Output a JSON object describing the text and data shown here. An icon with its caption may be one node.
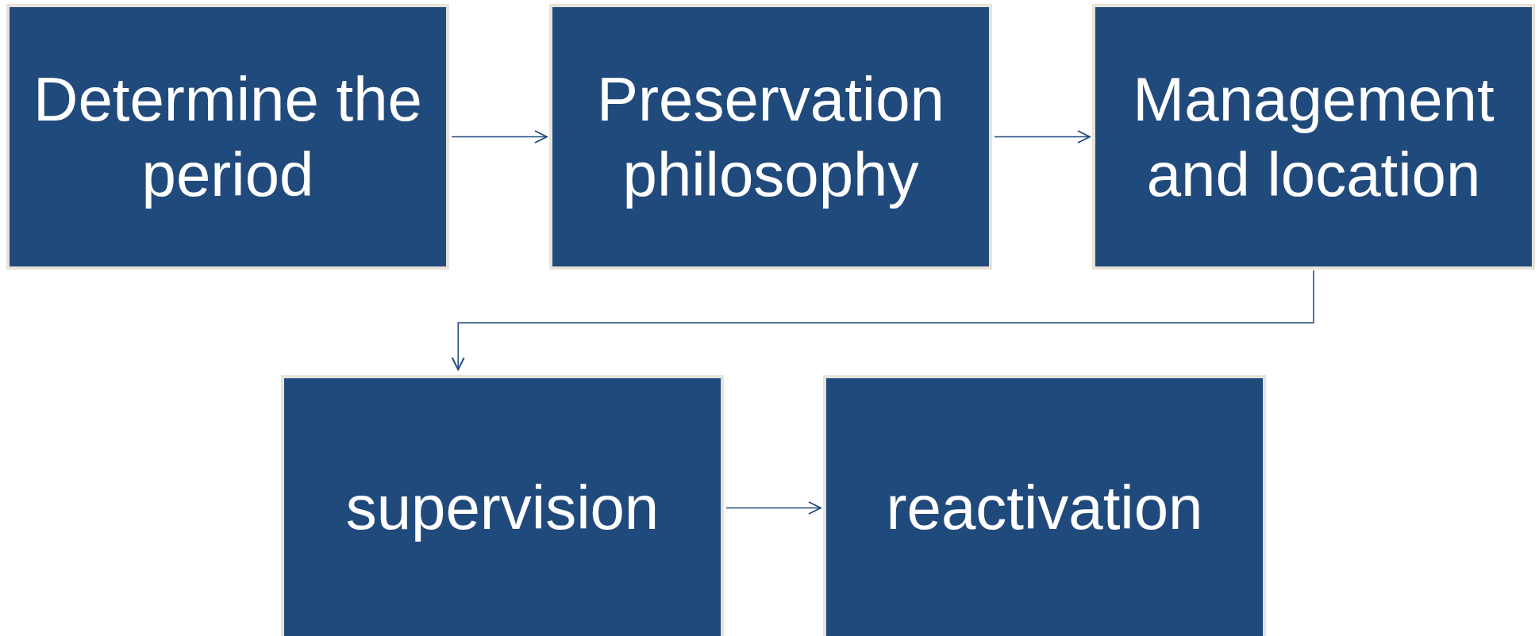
{
  "diagram": {
    "nodes": [
      {
        "text": [
          "Determine the period"
        ]
      },
      {
        "text": [
          "Preservation philosophy"
        ]
      },
      {
        "text": [
          "Management and location"
        ]
      },
      {
        "text": [
          "supervision"
        ]
      },
      {
        "text": [
          "reactivation"
        ]
      }
    ],
    "edges": [
      {
        "from": 0,
        "to": 1,
        "arrow": "to"
      },
      {
        "from": 1,
        "to": 2,
        "arrow": "to"
      },
      {
        "from": 2,
        "to": 3,
        "arrow": "to"
      },
      {
        "from": 3,
        "to": 4,
        "arrow": "to"
      }
    ]
  }
}
